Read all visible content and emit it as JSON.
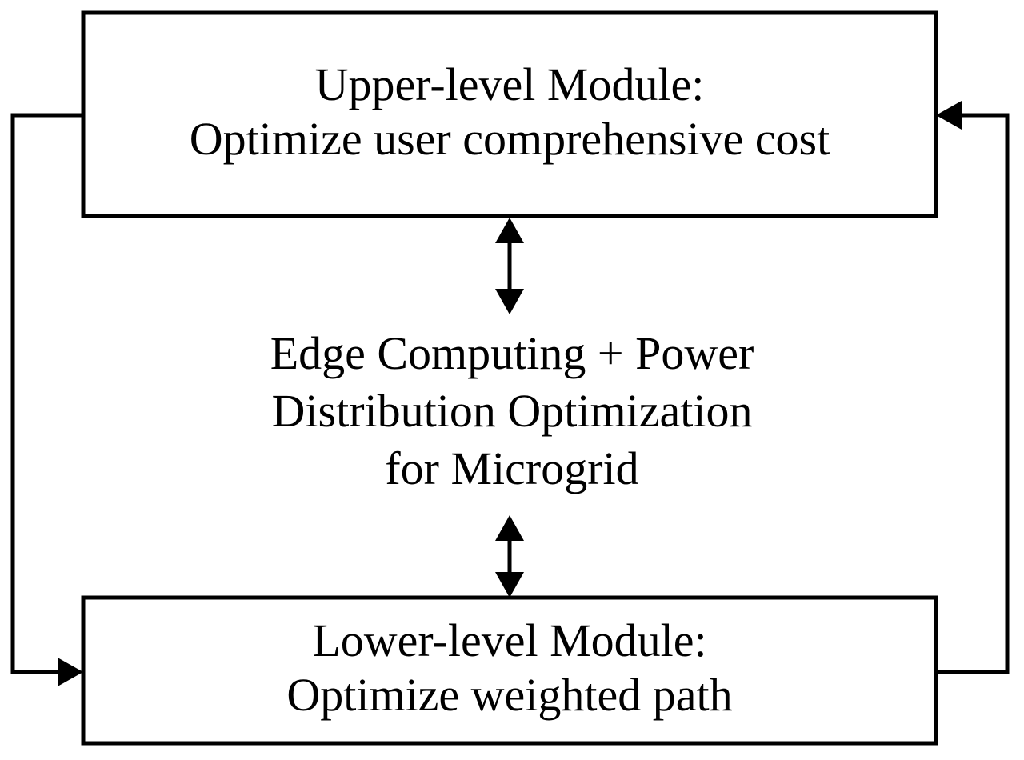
{
  "diagram": {
    "upper_module": {
      "line1": "Upper-level Module:",
      "line2": "Optimize user comprehensive cost"
    },
    "center_node": {
      "line1": "Edge Computing + Power",
      "line2": "Distribution Optimization",
      "line3": "for Microgrid"
    },
    "lower_module": {
      "line1": "Lower-level Module:",
      "line2": "Optimize weighted path"
    },
    "colors": {
      "stroke": "#000000",
      "background": "#ffffff"
    }
  }
}
